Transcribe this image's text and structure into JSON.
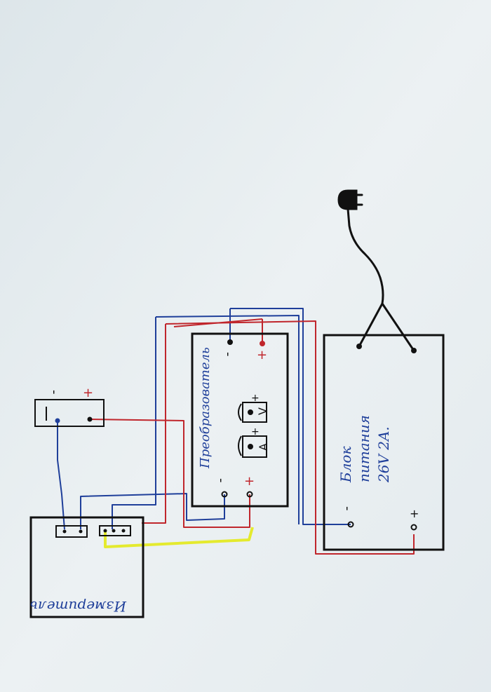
{
  "converter": {
    "label": "Преобразователь",
    "in_minus": "-",
    "in_plus": "+",
    "out_minus": "-",
    "out_plus": "+",
    "knob_v": "V",
    "knob_a": "A",
    "knob_plus": "+"
  },
  "psu": {
    "label_line1": "Блок",
    "label_line2": "питания",
    "label_line3": "26V 2A.",
    "term_minus": "-",
    "term_plus": "+"
  },
  "meter": {
    "label": "Измеритель"
  },
  "load_block": {
    "term_minus": "-",
    "term_plus": "+"
  },
  "colors": {
    "paper": "#e6ecef",
    "ink": "#111111",
    "wire_blue": "#1f3f9a",
    "wire_red": "#c0262c",
    "wire_yellow": "#e4ea2e"
  },
  "icons": [
    "power-plug-icon"
  ]
}
